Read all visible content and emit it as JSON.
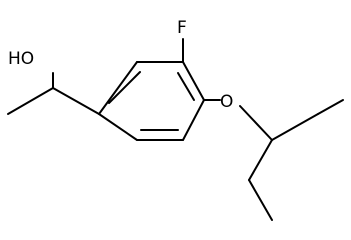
{
  "molecule": {
    "atom_labels": {
      "hydroxyl": "HO",
      "fluorine": "F",
      "ether_oxygen": "O"
    }
  },
  "colors": {
    "background": "#ffffff",
    "bond": "#000000",
    "text": "#000000"
  }
}
